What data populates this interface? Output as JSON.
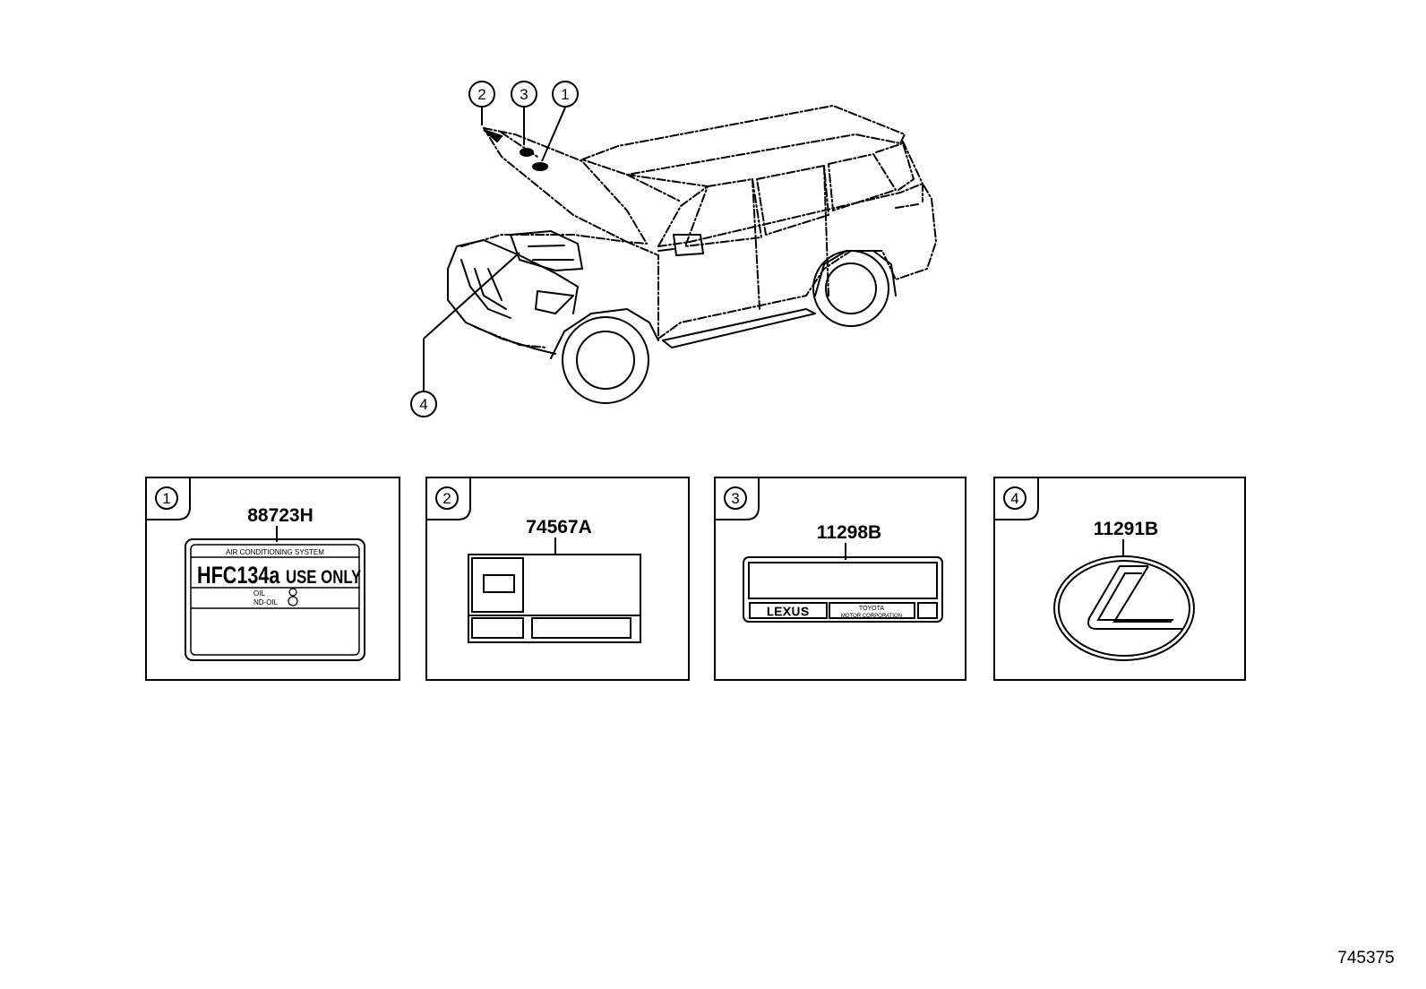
{
  "callouts": [
    "1",
    "2",
    "3",
    "4"
  ],
  "panels": [
    {
      "index": "1",
      "part_number": "88723H",
      "label": {
        "header": "AIR CONDITIONING SYSTEM",
        "refrigerant": "HFC134a",
        "use_only": "USE ONLY",
        "oil_line1": "OIL",
        "oil_line2": "ND-OIL"
      }
    },
    {
      "index": "2",
      "part_number": "74567A"
    },
    {
      "index": "3",
      "part_number": "11298B",
      "label": {
        "brand": "LEXUS",
        "maker_line1": "TOYOTA",
        "maker_line2": "MOTOR CORPORATION"
      }
    },
    {
      "index": "4",
      "part_number": "11291B"
    }
  ],
  "diagram_id": "745375"
}
